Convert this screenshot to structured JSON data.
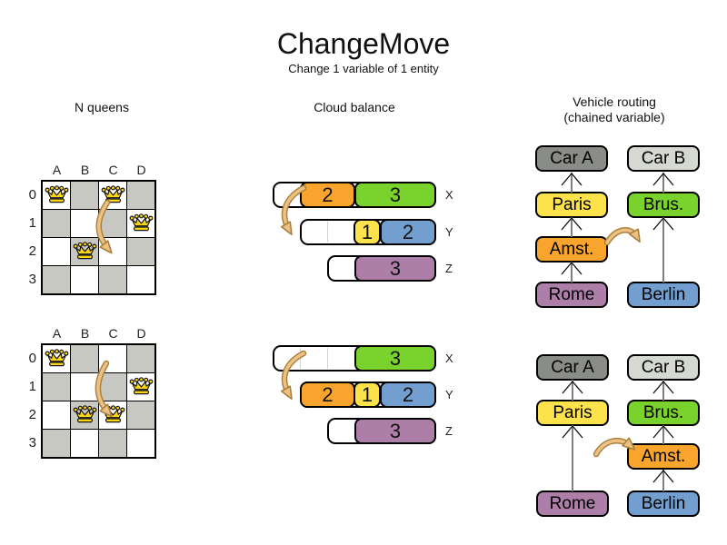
{
  "title": "ChangeMove",
  "subtitle": "Change 1 variable of 1 entity",
  "sections": {
    "nqueens_header": "N queens",
    "cloud_header": "Cloud balance",
    "vehicle_header_line1": "Vehicle routing",
    "vehicle_header_line2": "(chained variable)"
  },
  "nqueens": {
    "col_labels": [
      "A",
      "B",
      "C",
      "D"
    ],
    "row_labels": [
      "0",
      "1",
      "2",
      "3"
    ],
    "before_queens": [
      "A0",
      "C0",
      "D1",
      "B2"
    ],
    "after_queens": [
      "A0",
      "D1",
      "B2",
      "C2"
    ]
  },
  "cloud": {
    "row_labels": [
      "X",
      "Y",
      "Z"
    ],
    "before": {
      "x": [
        "2",
        "3"
      ],
      "y": [
        "1",
        "2"
      ],
      "z": [
        "3"
      ]
    },
    "after": {
      "x": [
        "3"
      ],
      "y": [
        "2",
        "1",
        "2"
      ],
      "z": [
        "3"
      ]
    }
  },
  "vehicle": {
    "before": {
      "chain_a": [
        "Car A",
        "Paris",
        "Amst.",
        "Rome"
      ],
      "chain_b": [
        "Car B",
        "Brus.",
        "Berlin"
      ]
    },
    "after": {
      "chain_a": [
        "Car A",
        "Paris",
        "Rome"
      ],
      "chain_b": [
        "Car B",
        "Brus.",
        "Amst.",
        "Berlin"
      ]
    }
  },
  "icons": {
    "queen": "chess-queen-crown",
    "move_arrow": "curved-tan-arrow",
    "chain_link": "upward-chevron-connector"
  },
  "colors": {
    "orange": "#f9a42c",
    "green": "#79d32c",
    "yellow": "#fce24b",
    "blue": "#729fcf",
    "purple": "#ad7fa8",
    "car_a_gray": "#8a8c87",
    "car_b_gray": "#d5d9d1",
    "board_dark_cell": "#c8c8c3",
    "queen_gold": "#fcd615",
    "move_arrow_fill": "#ecc183",
    "move_arrow_outline": "#a9813e",
    "connector_gray": "#7f7f7f"
  }
}
